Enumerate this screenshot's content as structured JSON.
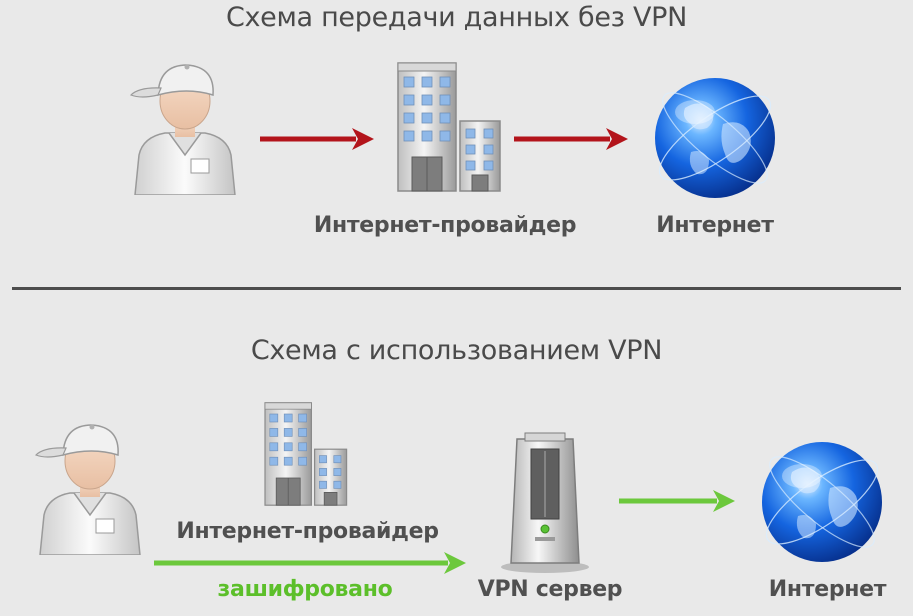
{
  "section1": {
    "title": "Схема передачи данных без VPN",
    "provider_label": "Интернет-провайдер",
    "internet_label": "Интернет"
  },
  "section2": {
    "title": "Схема с использованием VPN",
    "provider_label": "Интернет-провайдер",
    "encrypted_label": "зашифровано",
    "vpn_server_label": "VPN сервер",
    "internet_label": "Интернет"
  },
  "colors": {
    "background": "#e9e9e9",
    "arrow_red": "#b3141b",
    "arrow_green": "#6cc83c",
    "divider": "#4d4d4d",
    "label_text": "#505050",
    "encrypted_text": "#5cbf2a"
  },
  "icons": [
    "user-icon",
    "building-icon",
    "globe-icon",
    "server-icon"
  ]
}
